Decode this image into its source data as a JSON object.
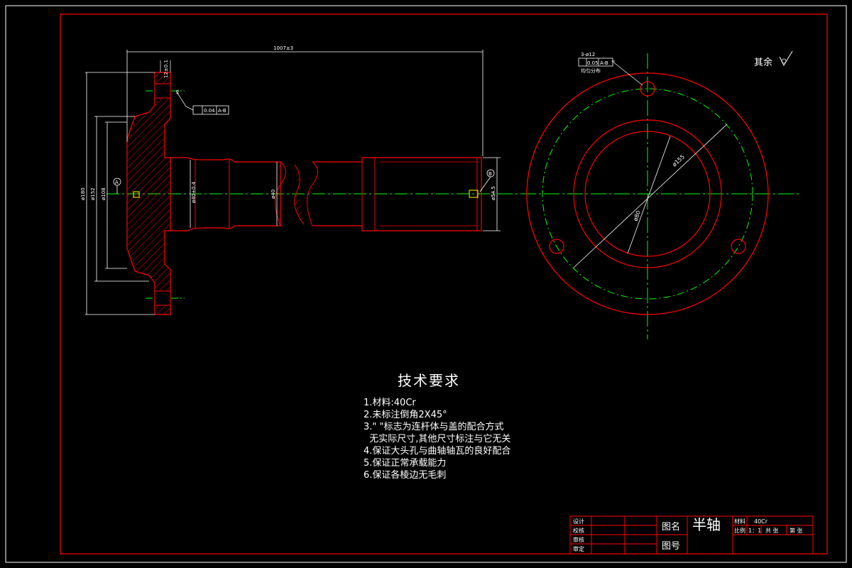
{
  "colors": {
    "border": "#ff0000",
    "outline": "#ff0000",
    "centerline": "#00ff00",
    "dimension": "#ffffff",
    "background": "#000000"
  },
  "drawing": {
    "dims": {
      "overall_length": "1007±3",
      "flange_thickness": "12±0.1",
      "flange_od": "ø180",
      "bolt_circle_left": "ø152",
      "hub_dia": "ø108",
      "shaft_mid": "ø40",
      "shaft_journal": "ø40±0.4",
      "end_dia": "ø54.5",
      "small_dim": "2",
      "bolt_circle_dia": "ø155",
      "inner_dia": "ø80"
    },
    "tolerance_frame": {
      "value": "0.04",
      "datum": "A-B"
    },
    "end_symbol": "B",
    "flange_symbol": "A",
    "hole_note": {
      "count": "3-ø12",
      "tolerance": "0.05",
      "datum": "A-B",
      "distribution": "均匀分布"
    },
    "surface_note": "其余"
  },
  "tech_requirements": {
    "heading": "技术要求",
    "items": [
      "1.材料:40Cr",
      "2.未标注倒角2X45°",
      "3.\" \"标志为连杆体与盖的配合方式",
      "  无实际尺寸,其他尺寸标注与它无关",
      "4.保证大头孔与曲轴轴瓦的良好配合",
      "5.保证正常承载能力",
      "6.保证各棱边无毛刺"
    ]
  },
  "title_block": {
    "roles": [
      "设计",
      "校核",
      "审核",
      "审定"
    ],
    "drawing_name_label": "图名",
    "drawing_name": "半轴",
    "drawing_no_label": "图号",
    "material_label": "材料",
    "material": "40Cr",
    "scale_label": "比例",
    "scale": "1：1",
    "sheets": "共 张",
    "sheet_no": "第 张"
  }
}
